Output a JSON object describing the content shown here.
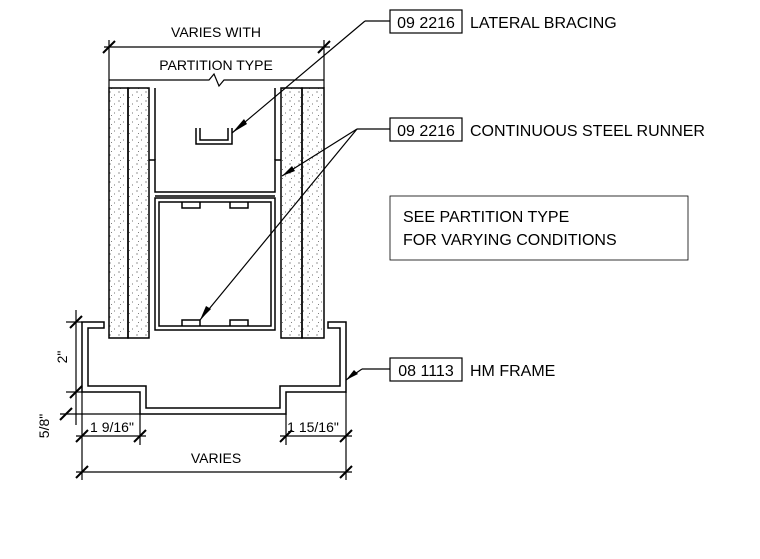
{
  "dimensions": {
    "top_line1": "VARIES WITH",
    "top_line2": "PARTITION TYPE",
    "left_height": "2\"",
    "left_lip": "5/8\"",
    "bottom_left": "1 9/16\"",
    "bottom_right": "1 15/16\"",
    "bottom_overall": "VARIES"
  },
  "callouts": [
    {
      "code": "09 2216",
      "text": "LATERAL BRACING"
    },
    {
      "code": "09 2216",
      "text": "CONTINUOUS STEEL RUNNER"
    },
    {
      "code": "08 1113",
      "text": "HM FRAME"
    }
  ],
  "note": {
    "line1": "SEE PARTITION TYPE",
    "line2": "FOR VARYING CONDITIONS"
  }
}
